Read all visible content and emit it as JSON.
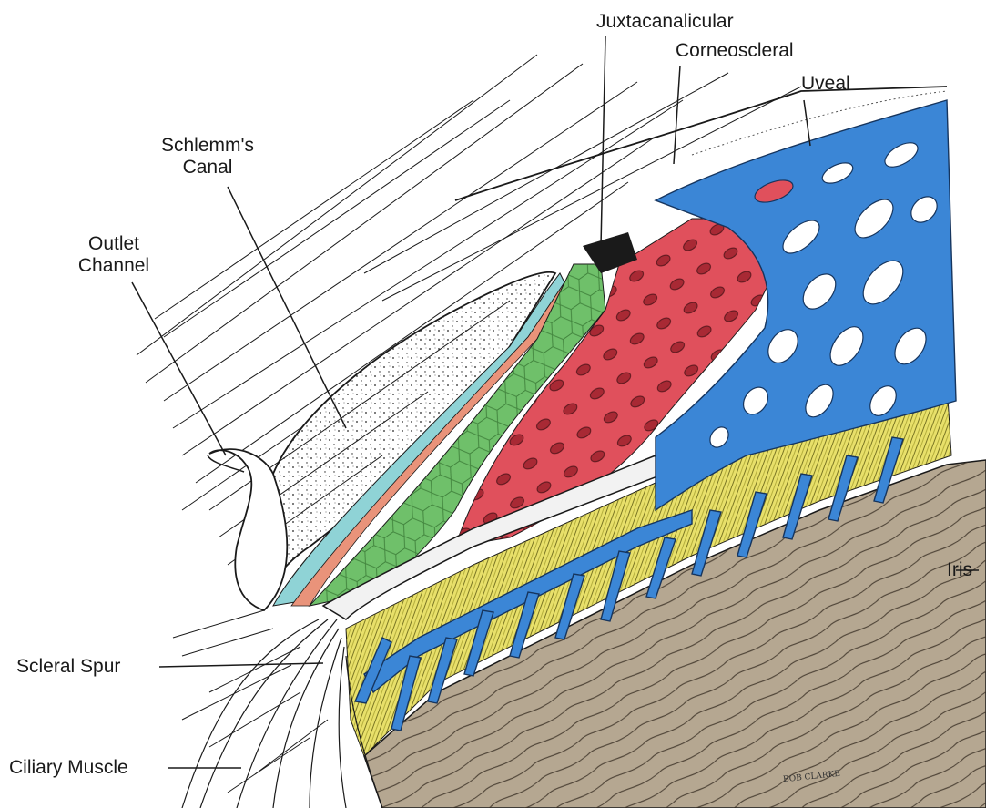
{
  "labels": {
    "juxtacanalicular": "Juxtacanalicular",
    "corneoscleral": "Corneoscleral",
    "uveal": "Uveal",
    "schlemms_canal_line1": "Schlemm's",
    "schlemms_canal_line2": "Canal",
    "outlet_channel_line1": "Outlet",
    "outlet_channel_line2": "Channel",
    "scleral_spur": "Scleral Spur",
    "ciliary_muscle": "Ciliary Muscle",
    "iris": "Iris"
  },
  "artist_signature": "BOB CLARKE",
  "colors": {
    "uveal_meshwork": "#3b86d6",
    "corneoscleral_meshwork": "#e0505c",
    "juxtacanalicular_tissue": "#6fc06a",
    "schlemms_canal_lining": "#8fd3d6",
    "endothelium": "#e9937a",
    "ciliary_muscle": "#e8e06a",
    "iris_stroma": "#b5a791",
    "ink": "#1a1a1a"
  }
}
